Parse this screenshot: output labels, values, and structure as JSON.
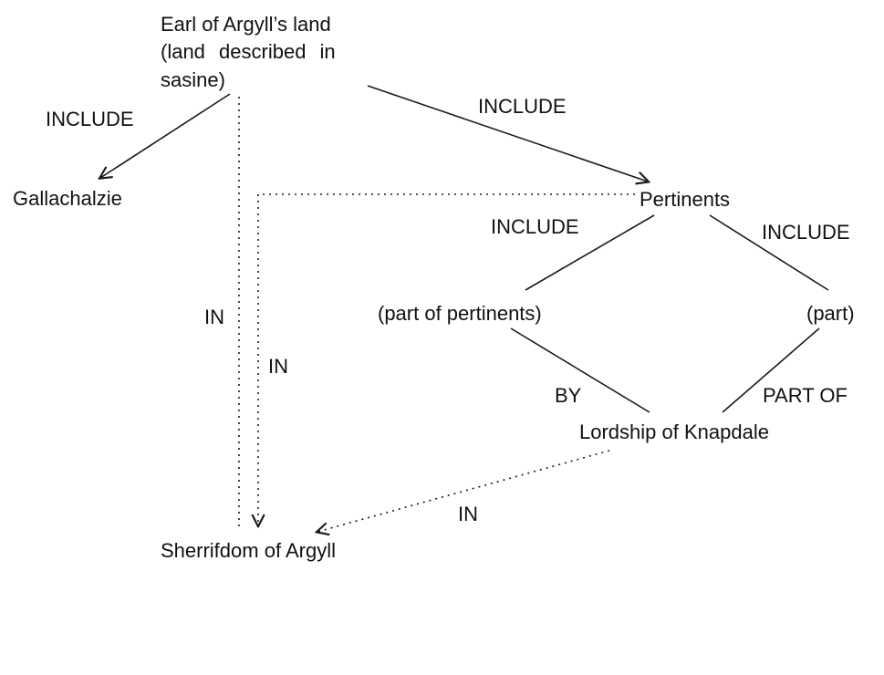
{
  "colors": {
    "background": "#ffffff",
    "line": "#1a1a1a",
    "text": "#111111"
  },
  "nodes": {
    "earl_land": {
      "line1": "Earl of Argyll’s land",
      "line2": "(land described in",
      "line3": "sasine)"
    },
    "gallachalzie": "Gallachalzie",
    "pertinents": "Pertinents",
    "part_of_pertinents": "(part of pertinents)",
    "part": "(part)",
    "lordship_of_knapdale": "Lordship of Knapdale",
    "sherrifdom_of_argyll": "Sherrifdom of Argyll"
  },
  "edge_labels": {
    "include_gallachalzie": "INCLUDE",
    "include_pertinents": "INCLUDE",
    "include_part_of_pertinents": "INCLUDE",
    "include_part": "INCLUDE",
    "in_left": "IN",
    "in_right": "IN",
    "by": "BY",
    "part_of": "PART OF",
    "in_bottom": "IN"
  }
}
